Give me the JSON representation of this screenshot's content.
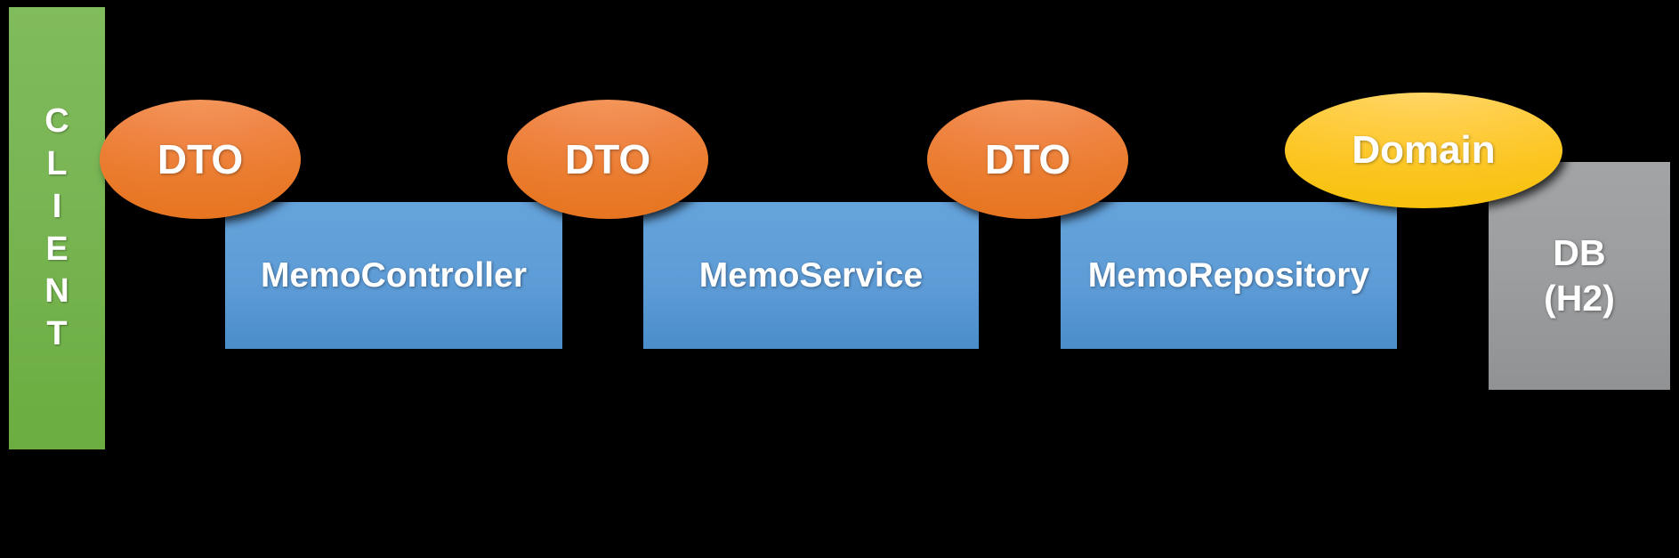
{
  "diagram": {
    "background_color": "#000000",
    "client": {
      "label": "CLIENT",
      "letters": [
        "C",
        "L",
        "I",
        "E",
        "N",
        "T"
      ],
      "color": "#78B553",
      "shape": "vertical-bar"
    },
    "layers": [
      {
        "label": "MemoController",
        "color": "#5E9CD7",
        "shape": "rectangle"
      },
      {
        "label": "MemoService",
        "color": "#5E9CD7",
        "shape": "rectangle"
      },
      {
        "label": "MemoRepository",
        "color": "#5E9CD7",
        "shape": "rectangle"
      }
    ],
    "bubbles": [
      {
        "label": "DTO",
        "color": "#EB7D30",
        "shape": "ellipse"
      },
      {
        "label": "DTO",
        "color": "#EB7D30",
        "shape": "ellipse"
      },
      {
        "label": "DTO",
        "color": "#EB7D30",
        "shape": "ellipse"
      },
      {
        "label": "Domain",
        "color": "#FCC623",
        "shape": "ellipse"
      }
    ],
    "database": {
      "line1": "DB",
      "line2": "(H2)",
      "color": "#9B9D9F",
      "shape": "rectangle"
    },
    "text_color": "#FFFFFF"
  }
}
